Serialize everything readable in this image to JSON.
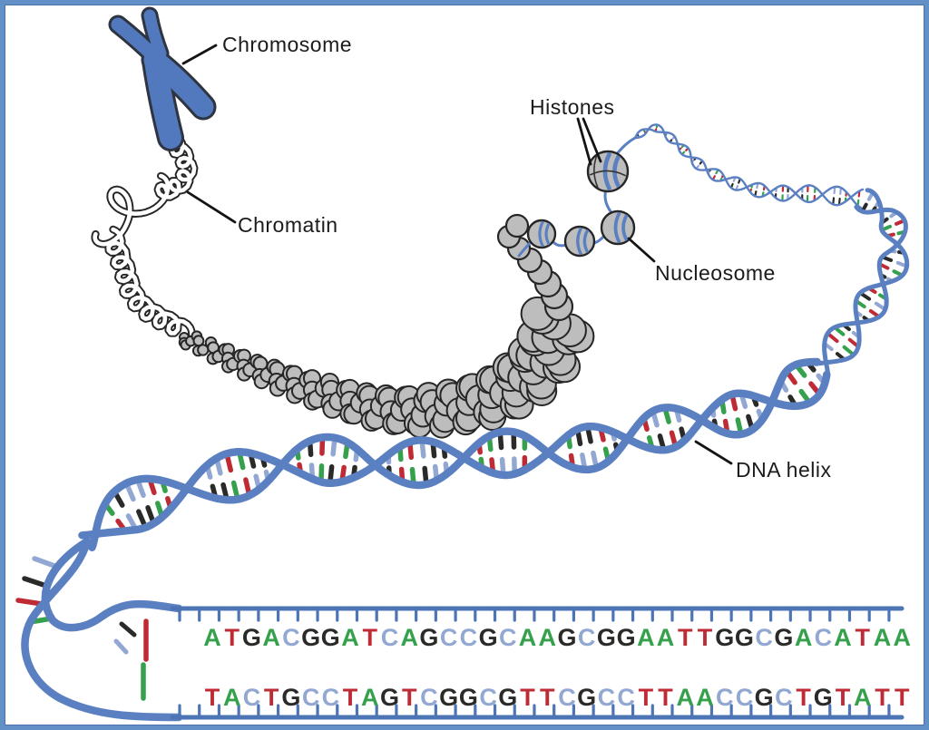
{
  "diagram": {
    "labels": {
      "chromosome": "Chromosome",
      "chromatin": "Chromatin",
      "histones": "Histones",
      "nucleosome": "Nucleosome",
      "dna_helix": "DNA helix"
    },
    "sequence_top": "ATGACGGATCAGCCGCAAGCGGAATTGGCGACATAA",
    "sequence_bottom": "TACTGCCTAGTCGGCGTTCGCCTTAACCGCTGTATT",
    "base_colors": {
      "A": "#36a14c",
      "T": "#bf2b35",
      "G": "#2a2a28",
      "C": "#92a8d3"
    },
    "rung_pattern": "CTAGGATCCGATGCACTGAC",
    "colors": {
      "helix_blue": "#5b80c2",
      "rail_blue": "#4d74b5",
      "string_blue": "#5b80c2",
      "bead_gray": "#bdbdbd",
      "bead_outline": "#262626",
      "chromosome_blue": "#5279bd",
      "chromosome_outline": "#2e3440",
      "chromatin_outline": "#262626",
      "chromatin_fill": "#ffffff",
      "pointer_black": "#141414",
      "border_blue": "#6390c6",
      "label_text": "#1b1b1b"
    }
  }
}
